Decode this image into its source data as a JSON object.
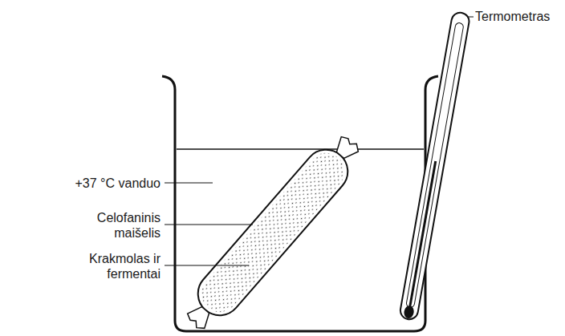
{
  "diagram": {
    "labels": [
      "Termometras",
      "+37 °C vanduo",
      "Celofaninis maišelis",
      "Krakmolas ir fermentai"
    ]
  }
}
